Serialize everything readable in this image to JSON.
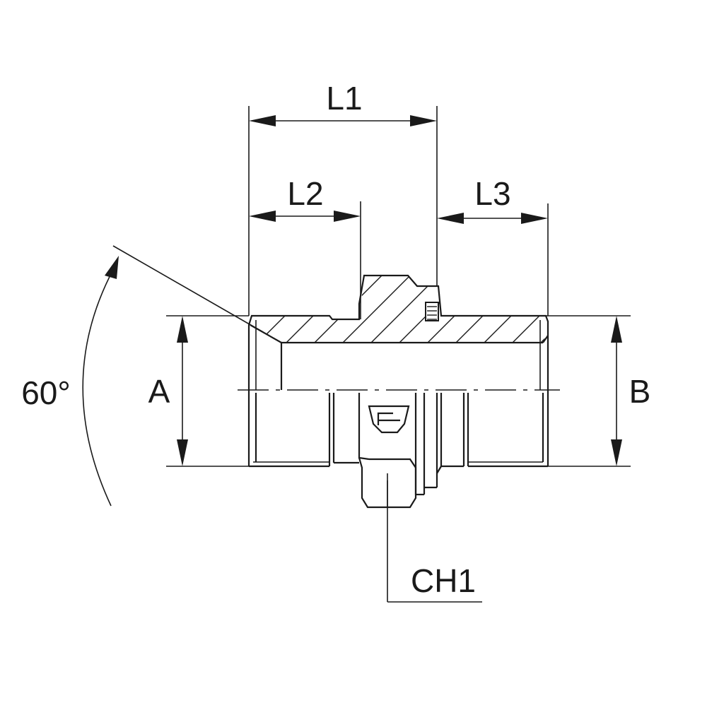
{
  "diagram": {
    "labels": {
      "l1": "L1",
      "l2": "L2",
      "l3": "L3",
      "a": "A",
      "b": "B",
      "ch1": "CH1",
      "angle": "60°"
    },
    "colors": {
      "line": "#1a1a1a",
      "background": "#ffffff"
    }
  }
}
